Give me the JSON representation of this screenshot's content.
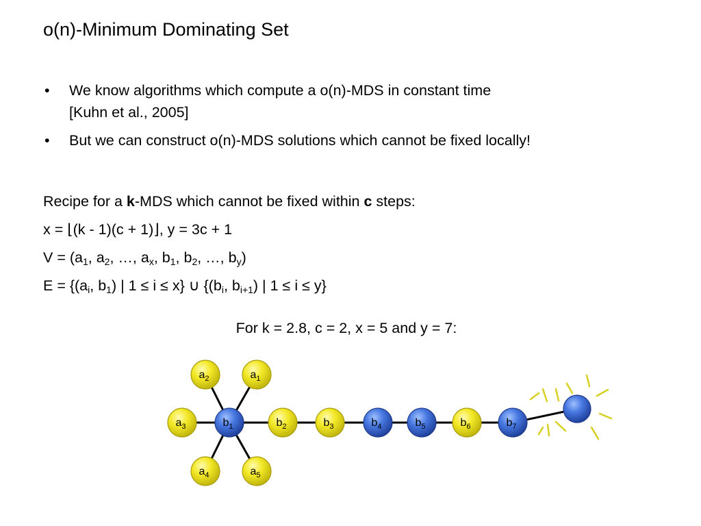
{
  "title": "o(n)-Minimum Dominating Set",
  "bullets": [
    {
      "line1": "We know algorithms which compute a o(n)-MDS in constant time",
      "line2": "[Kuhn et al., 2005]"
    },
    {
      "line1": "But we can construct o(n)-MDS solutions which cannot be fixed locally!"
    }
  ],
  "bullet_glyph": "•",
  "recipe": {
    "intro_a": "Recipe for a ",
    "intro_k": "k",
    "intro_b": "-MDS which cannot be fixed within ",
    "intro_c": "c",
    "intro_d": " steps:",
    "x_def": "x = ⌊(k - 1)(c + 1)⌋, y = 3c + 1",
    "v_def": {
      "prefix": "V = (a",
      "s1": "1",
      "t1": ", a",
      "s2": "2",
      "t2": ", …, a",
      "sx": "x",
      "t3": ", b",
      "s3": "1",
      "t4": ", b",
      "s4": "2",
      "t5": ", …, b",
      "sy": "y",
      "t6": ")"
    },
    "e_def": {
      "prefix": "E = {(a",
      "si": "i",
      "t1": ", b",
      "s1": "1",
      "t2": ") | 1 ≤ i ≤ x} ∪ {(b",
      "sj": "i",
      "t3": ", b",
      "sk": "i+1",
      "t4": ") | 1 ≤ i ≤ y}"
    }
  },
  "example_label": "For k = 2.8, c = 2, x = 5 and y = 7:",
  "colors": {
    "yellow_node": "#f2e51e",
    "blue_node": "#3f6fd8",
    "edge": "#000000",
    "spark": "#d8d020"
  },
  "graph": {
    "nodes": [
      {
        "id": "a2",
        "base": "a",
        "sub": "2",
        "color": "yellow"
      },
      {
        "id": "a1",
        "base": "a",
        "sub": "1",
        "color": "yellow"
      },
      {
        "id": "a3",
        "base": "a",
        "sub": "3",
        "color": "yellow"
      },
      {
        "id": "b1",
        "base": "b",
        "sub": "1",
        "color": "blue"
      },
      {
        "id": "b2",
        "base": "b",
        "sub": "2",
        "color": "yellow"
      },
      {
        "id": "b3",
        "base": "b",
        "sub": "3",
        "color": "yellow"
      },
      {
        "id": "b4",
        "base": "b",
        "sub": "4",
        "color": "blue"
      },
      {
        "id": "b5",
        "base": "b",
        "sub": "5",
        "color": "blue"
      },
      {
        "id": "b6",
        "base": "b",
        "sub": "6",
        "color": "yellow"
      },
      {
        "id": "b7",
        "base": "b",
        "sub": "7",
        "color": "blue"
      },
      {
        "id": "a4",
        "base": "a",
        "sub": "4",
        "color": "yellow"
      },
      {
        "id": "a5",
        "base": "a",
        "sub": "5",
        "color": "yellow"
      },
      {
        "id": "new",
        "base": "",
        "sub": "",
        "color": "blue"
      }
    ],
    "edges": [
      [
        "a1",
        "b1"
      ],
      [
        "a2",
        "b1"
      ],
      [
        "a3",
        "b1"
      ],
      [
        "a4",
        "b1"
      ],
      [
        "a5",
        "b1"
      ],
      [
        "b1",
        "b2"
      ],
      [
        "b2",
        "b3"
      ],
      [
        "b3",
        "b4"
      ],
      [
        "b4",
        "b5"
      ],
      [
        "b5",
        "b6"
      ],
      [
        "b6",
        "b7"
      ],
      [
        "b7",
        "new"
      ]
    ]
  }
}
